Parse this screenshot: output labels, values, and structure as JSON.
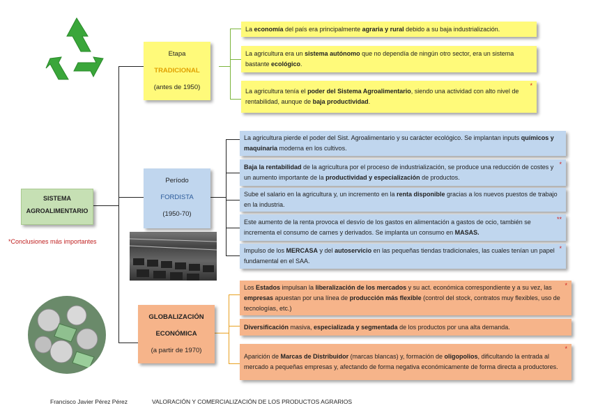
{
  "root": {
    "line1": "SISTEMA",
    "line2": "AGROALIMENTARIO"
  },
  "note": "*Conclusiones más importantes",
  "stages": [
    {
      "l1": "Etapa",
      "l2": "TRADICIONAL",
      "l3": "(antes de 1950)"
    },
    {
      "l1": "Período",
      "l2": "FORDISTA",
      "l3": "(1950-70)"
    },
    {
      "l1": "GLOBALIZACIÓN",
      "l2": "ECONÓMICA",
      "l3": "(a partir de 1970)"
    }
  ],
  "traditional": [
    {
      "segments": [
        [
          "La ",
          false
        ],
        [
          "economía",
          true
        ],
        [
          " del país era principalmente ",
          false
        ],
        [
          "agraria y rural",
          true
        ],
        [
          " debido a su baja industrialización.",
          false
        ]
      ],
      "star": ""
    },
    {
      "segments": [
        [
          "La agricultura era un ",
          false
        ],
        [
          "sistema autónomo",
          true
        ],
        [
          " que no dependía de ningún otro sector, era un sistema bastante ",
          false
        ],
        [
          "ecológico",
          true
        ],
        [
          ".",
          false
        ]
      ],
      "star": ""
    },
    {
      "segments": [
        [
          "La agricultura tenía el ",
          false
        ],
        [
          "poder del Sistema Agroalimentario",
          true
        ],
        [
          ", siendo una actividad con alto nivel de rentabilidad, aunque de ",
          false
        ],
        [
          "baja productividad",
          true
        ],
        [
          ".",
          false
        ]
      ],
      "star": "*"
    }
  ],
  "fordist": [
    {
      "segments": [
        [
          "La agricultura pierde el poder del Sist. Agroalimentario y su carácter ecológico. Se implantan inputs ",
          false
        ],
        [
          "químicos y maquinaria",
          true
        ],
        [
          " moderna en los cultivos.",
          false
        ]
      ],
      "star": ""
    },
    {
      "segments": [
        [
          "Baja la rentabilidad",
          true
        ],
        [
          " de la agricultura por el proceso de industrialización, se produce una reducción de costes y un aumento importante de la ",
          false
        ],
        [
          "productividad y especialización",
          true
        ],
        [
          " de productos.",
          false
        ]
      ],
      "star": "*"
    },
    {
      "segments": [
        [
          "Sube el salario en la agricultura y, un incremento en la ",
          false
        ],
        [
          "renta disponible",
          true
        ],
        [
          " gracias a los nuevos puestos de trabajo en la industria.",
          false
        ]
      ],
      "star": ""
    },
    {
      "segments": [
        [
          "Este aumento de la renta provoca el desvío de los gastos en alimentación a gastos de ocio, también se incrementa el consumo de carnes y derivados. Se implanta un consumo en ",
          false
        ],
        [
          "MASAS.",
          true
        ]
      ],
      "star": "**"
    },
    {
      "segments": [
        [
          "Impulso de los ",
          false
        ],
        [
          "MERCASA",
          true
        ],
        [
          " y del ",
          false
        ],
        [
          "autoservicio",
          true
        ],
        [
          " en las pequeñas tiendas tradicionales, las cuales tenían un papel fundamental en el SAA.",
          false
        ]
      ],
      "star": "*"
    }
  ],
  "global": [
    {
      "segments": [
        [
          "Los ",
          false
        ],
        [
          "Estados",
          true
        ],
        [
          " impulsan la ",
          false
        ],
        [
          "liberalización de los mercados",
          true
        ],
        [
          " y su act. económica correspondiente y a su vez, las ",
          false
        ],
        [
          "empresas",
          true
        ],
        [
          " apuestan por una línea de ",
          false
        ],
        [
          "producción más flexible",
          true
        ],
        [
          " (control del stock, contratos muy flexibles, uso de tecnologías, etc.)",
          false
        ]
      ],
      "star": "*"
    },
    {
      "segments": [
        [
          "Diversificación",
          true
        ],
        [
          " masiva, ",
          false
        ],
        [
          "especializada y segmentada",
          true
        ],
        [
          " de los productos por una alta demanda.",
          false
        ]
      ],
      "star": ""
    },
    {
      "segments": [
        [
          "Aparición de ",
          false
        ],
        [
          "Marcas de Distribuidor",
          true
        ],
        [
          " (marcas blancas) y, formación de ",
          false
        ],
        [
          "oligopolios",
          true
        ],
        [
          ", dificultando la entrada al mercado a pequeñas empresas y, afectando de forma negativa económicamente de forma directa a productores.",
          false
        ]
      ],
      "star": "*"
    }
  ],
  "footer": {
    "author": "Francisco Javier Pérez Pérez",
    "title": "VALORACIÓN Y COMERCIALIZACIÓN DE LOS PRODUCTOS AGRARIOS"
  },
  "colors": {
    "yellow": "#fffa7a",
    "blue": "#c0d6ee",
    "orange": "#f6b48a",
    "green": "#c6e0b4",
    "tradLabel": "#e0a000",
    "accent": "#d02020"
  }
}
